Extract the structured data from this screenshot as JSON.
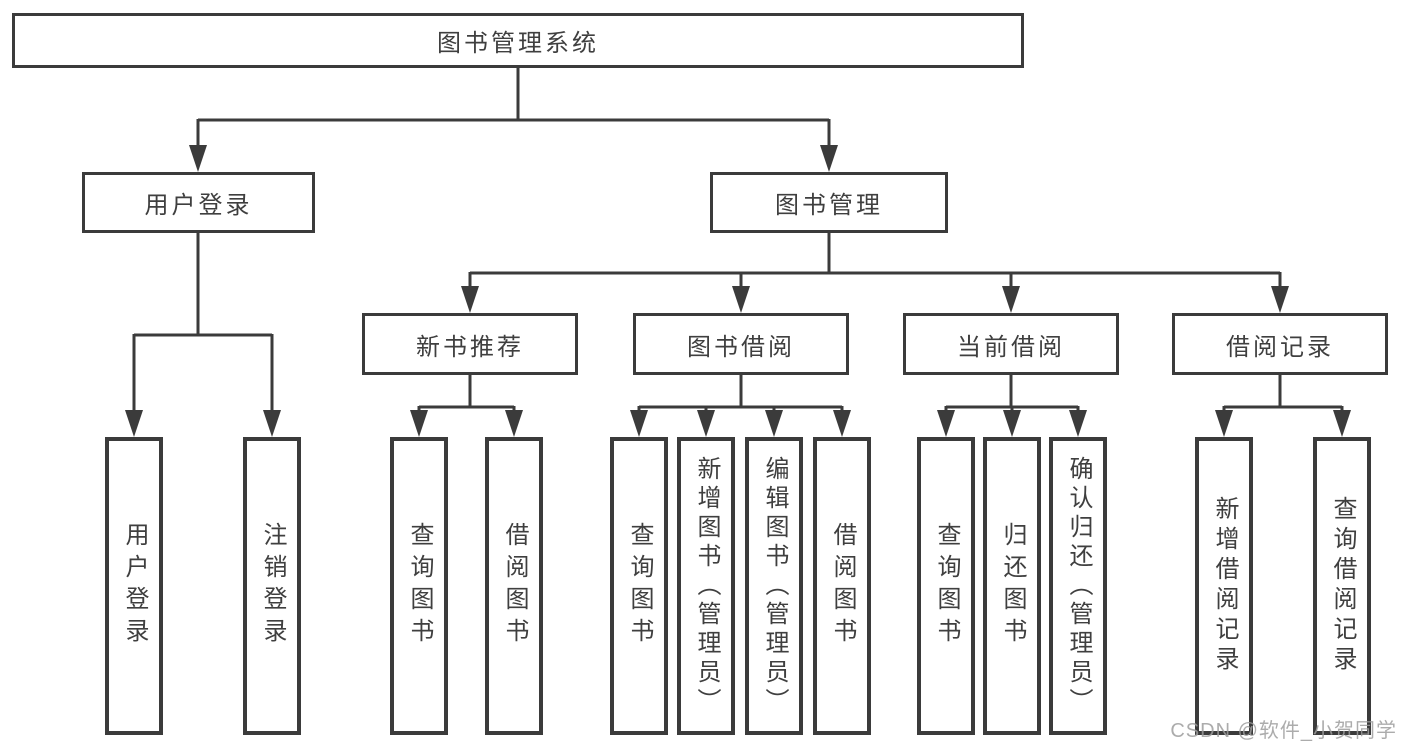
{
  "diagram_type": "hierarchy-tree",
  "colors": {
    "line": "#3b3b3b",
    "box_border": "#3b3b3b",
    "text": "#3f3f3f",
    "background": "#ffffff",
    "watermark": "#9e9e9e"
  },
  "tree": {
    "label": "图书管理系统",
    "children": [
      {
        "label": "用户登录",
        "children": [
          {
            "label": "用户登录"
          },
          {
            "label": "注销登录"
          }
        ]
      },
      {
        "label": "图书管理",
        "children": [
          {
            "label": "新书推荐",
            "children": [
              {
                "label": "查询图书"
              },
              {
                "label": "借阅图书"
              }
            ]
          },
          {
            "label": "图书借阅",
            "children": [
              {
                "label": "查询图书"
              },
              {
                "label": "新增图书（管理员）"
              },
              {
                "label": "编辑图书（管理员）"
              },
              {
                "label": "借阅图书"
              }
            ]
          },
          {
            "label": "当前借阅",
            "children": [
              {
                "label": "查询图书"
              },
              {
                "label": "归还图书"
              },
              {
                "label": "确认归还（管理员）"
              }
            ]
          },
          {
            "label": "借阅记录",
            "children": [
              {
                "label": "新增借阅记录"
              },
              {
                "label": "查询借阅记录"
              }
            ]
          }
        ]
      }
    ]
  },
  "watermark": "CSDN @软件_小贺同学"
}
